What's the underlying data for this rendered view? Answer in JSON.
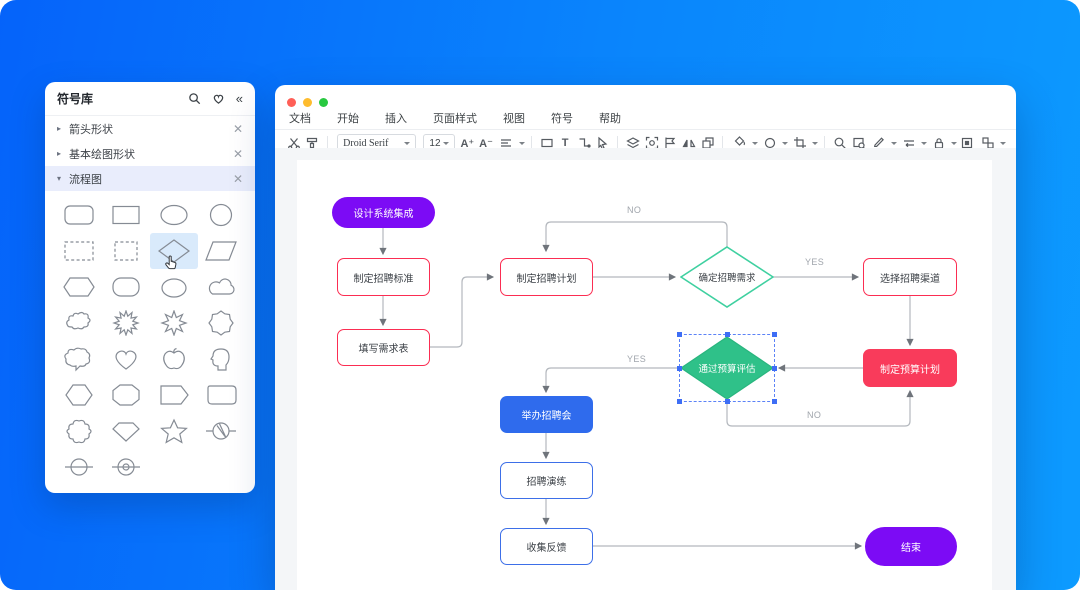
{
  "symbol_panel": {
    "title": "符号库",
    "header_icons": [
      "search-icon",
      "favorites-heart-icon",
      "collapse-panel-icon"
    ],
    "categories": [
      {
        "label": "箭头形状",
        "expanded": false
      },
      {
        "label": "基本绘图形状",
        "expanded": false
      },
      {
        "label": "流程图",
        "expanded": true,
        "active": true
      }
    ],
    "shapes": [
      "rounded-rectangle",
      "rectangle",
      "ellipse",
      "circle",
      "dashed-rectangle",
      "dashed-square",
      "diamond",
      "parallelogram",
      "hexagon-wide",
      "rounded-octagon",
      "display",
      "cloud",
      "cloud-blob",
      "explosion-12",
      "explosion-8",
      "scalloped-circle",
      "callout-blob",
      "heart",
      "apple",
      "head-profile",
      "hexagon",
      "octagon",
      "point-right-pentagon",
      "rounded-corner-rect",
      "quatrefoil",
      "gem",
      "star",
      "hatched-circle",
      "circle-line",
      "circle-target"
    ],
    "selected_shape": "diamond"
  },
  "window": {
    "traffic_lights": [
      "#ff5f57",
      "#febc2e",
      "#28c840"
    ],
    "menu": [
      "文档",
      "开始",
      "插入",
      "页面样式",
      "视图",
      "符号",
      "帮助"
    ],
    "toolbar": {
      "font_family": "Droid Serif",
      "font_size": "12",
      "increase_font": "A⁺",
      "decrease_font": "A⁻",
      "text_tool": "T"
    }
  },
  "flowchart": {
    "nodes": [
      {
        "label": "设计系统集成",
        "type": "start-pill",
        "fill": "#7c0bf5"
      },
      {
        "label": "制定招聘标准",
        "type": "process-outline",
        "stroke": "#fb2d52"
      },
      {
        "label": "填写需求表",
        "type": "process-outline",
        "stroke": "#fb2d52"
      },
      {
        "label": "制定招聘计划",
        "type": "process-outline",
        "stroke": "#fb2d52"
      },
      {
        "label": "确定招聘需求",
        "type": "decision-outline",
        "stroke": "#3fd0a0"
      },
      {
        "label": "选择招聘渠道",
        "type": "process-outline",
        "stroke": "#fb2d52"
      },
      {
        "label": "制定预算计划",
        "type": "process-filled",
        "fill": "#f93b5b"
      },
      {
        "label": "通过预算评估",
        "type": "decision-filled",
        "fill": "#2fc189",
        "selected": true
      },
      {
        "label": "举办招聘会",
        "type": "process-filled",
        "fill": "#2f6bed"
      },
      {
        "label": "招聘演练",
        "type": "process-outline",
        "stroke": "#3d6fe8"
      },
      {
        "label": "收集反馈",
        "type": "process-outline",
        "stroke": "#3d6fe8"
      },
      {
        "label": "结束",
        "type": "end-pill",
        "fill": "#7c0bf5"
      }
    ],
    "edge_labels": [
      {
        "text": "NO"
      },
      {
        "text": "YES"
      },
      {
        "text": "YES"
      },
      {
        "text": "NO"
      }
    ]
  }
}
